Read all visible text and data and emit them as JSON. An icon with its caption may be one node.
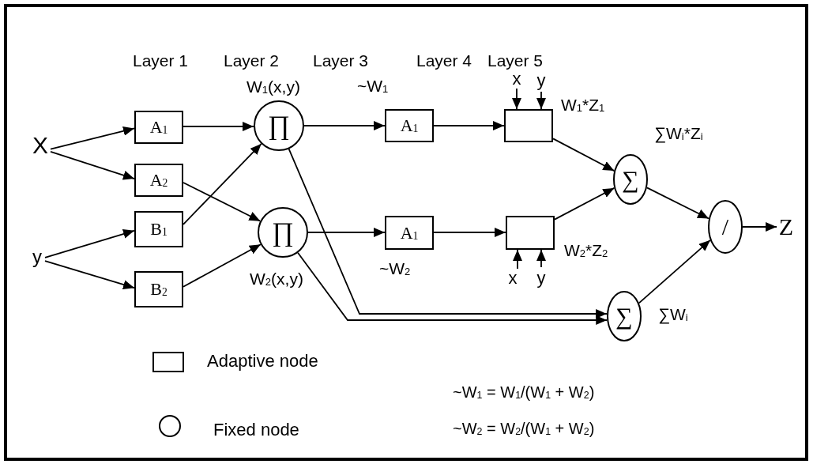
{
  "diagram": {
    "nodes": [
      {
        "text": [
          "X"
        ]
      },
      {
        "text": [
          "y"
        ]
      },
      {
        "text": [
          "A$_{1}$"
        ]
      },
      {
        "text": [
          "A$_{2}$"
        ]
      },
      {
        "text": [
          "B$_{1}$"
        ]
      },
      {
        "text": [
          "B$_{2}$"
        ]
      },
      {
        "text": [
          "∏"
        ],
        "beside": [
          "W$_{1}$(x,y)"
        ]
      },
      {
        "text": [
          "∏"
        ],
        "beside": [
          "W$_{2}$(x,y)"
        ]
      },
      {
        "text": [
          "A$_{1}$"
        ],
        "beside": [
          "~W$_{1}$"
        ]
      },
      {
        "text": [
          "A$_{1}$"
        ],
        "beside": [
          "~W$_{2}$"
        ]
      },
      {
        "text": [],
        "shape": "box",
        "beside": [
          "W$_{1}$*Z$_{1}$"
        ]
      },
      {
        "text": [],
        "shape": "box",
        "beside": [
          "W$_{2}$*Z$_{2}$"
        ]
      },
      {
        "text": [
          "x"
        ]
      },
      {
        "text": [
          "y"
        ]
      },
      {
        "text": [
          "x"
        ]
      },
      {
        "text": [
          "y"
        ]
      },
      {
        "text": [
          "∑"
        ],
        "beside": [
          "∑W$_{i}$*Z$_{i}$"
        ]
      },
      {
        "text": [
          "∑"
        ],
        "beside": [
          "∑W$_{i}$"
        ]
      },
      {
        "text": [
          "/"
        ]
      },
      {
        "text": [
          "Z"
        ]
      }
    ],
    "edges": [
      {
        "from": 0,
        "to": 2,
        "arrow": "to"
      },
      {
        "from": 0,
        "to": 3,
        "arrow": "to"
      },
      {
        "from": 1,
        "to": 4,
        "arrow": "to"
      },
      {
        "from": 1,
        "to": 5,
        "arrow": "to"
      },
      {
        "from": 2,
        "to": 6,
        "arrow": "to"
      },
      {
        "from": 4,
        "to": 6,
        "arrow": "to"
      },
      {
        "from": 3,
        "to": 7,
        "arrow": "to"
      },
      {
        "from": 5,
        "to": 7,
        "arrow": "to"
      },
      {
        "from": 6,
        "to": 8,
        "arrow": "to"
      },
      {
        "from": 7,
        "to": 9,
        "arrow": "to"
      },
      {
        "from": 8,
        "to": 10,
        "arrow": "to"
      },
      {
        "from": 9,
        "to": 11,
        "arrow": "to"
      },
      {
        "from": 12,
        "to": 10,
        "arrow": "to"
      },
      {
        "from": 13,
        "to": 10,
        "arrow": "to"
      },
      {
        "from": 14,
        "to": 11,
        "arrow": "to"
      },
      {
        "from": 15,
        "to": 11,
        "arrow": "to"
      },
      {
        "from": 10,
        "to": 16,
        "arrow": "to"
      },
      {
        "from": 11,
        "to": 16,
        "arrow": "to"
      },
      {
        "from": 6,
        "to": 17,
        "arrow": "to"
      },
      {
        "from": 7,
        "to": 17,
        "arrow": "to"
      },
      {
        "from": 16,
        "to": 18,
        "arrow": "to"
      },
      {
        "from": 17,
        "to": 18,
        "arrow": "to"
      },
      {
        "from": 18,
        "to": 19,
        "arrow": "to"
      }
    ],
    "labels": [
      "Layer 1",
      "Layer 2",
      "Layer 3",
      "Layer 4",
      "Layer 5",
      "~W$_{1}$ = W$_{1}$/(W$_{1}$ + W$_{2}$)",
      "~W$_{2}$ = W$_{2}$/(W$_{1}$ + W$_{2}$)"
    ],
    "legend": [
      {
        "text": "Adaptive node"
      },
      {
        "text": "Fixed node"
      }
    ]
  }
}
